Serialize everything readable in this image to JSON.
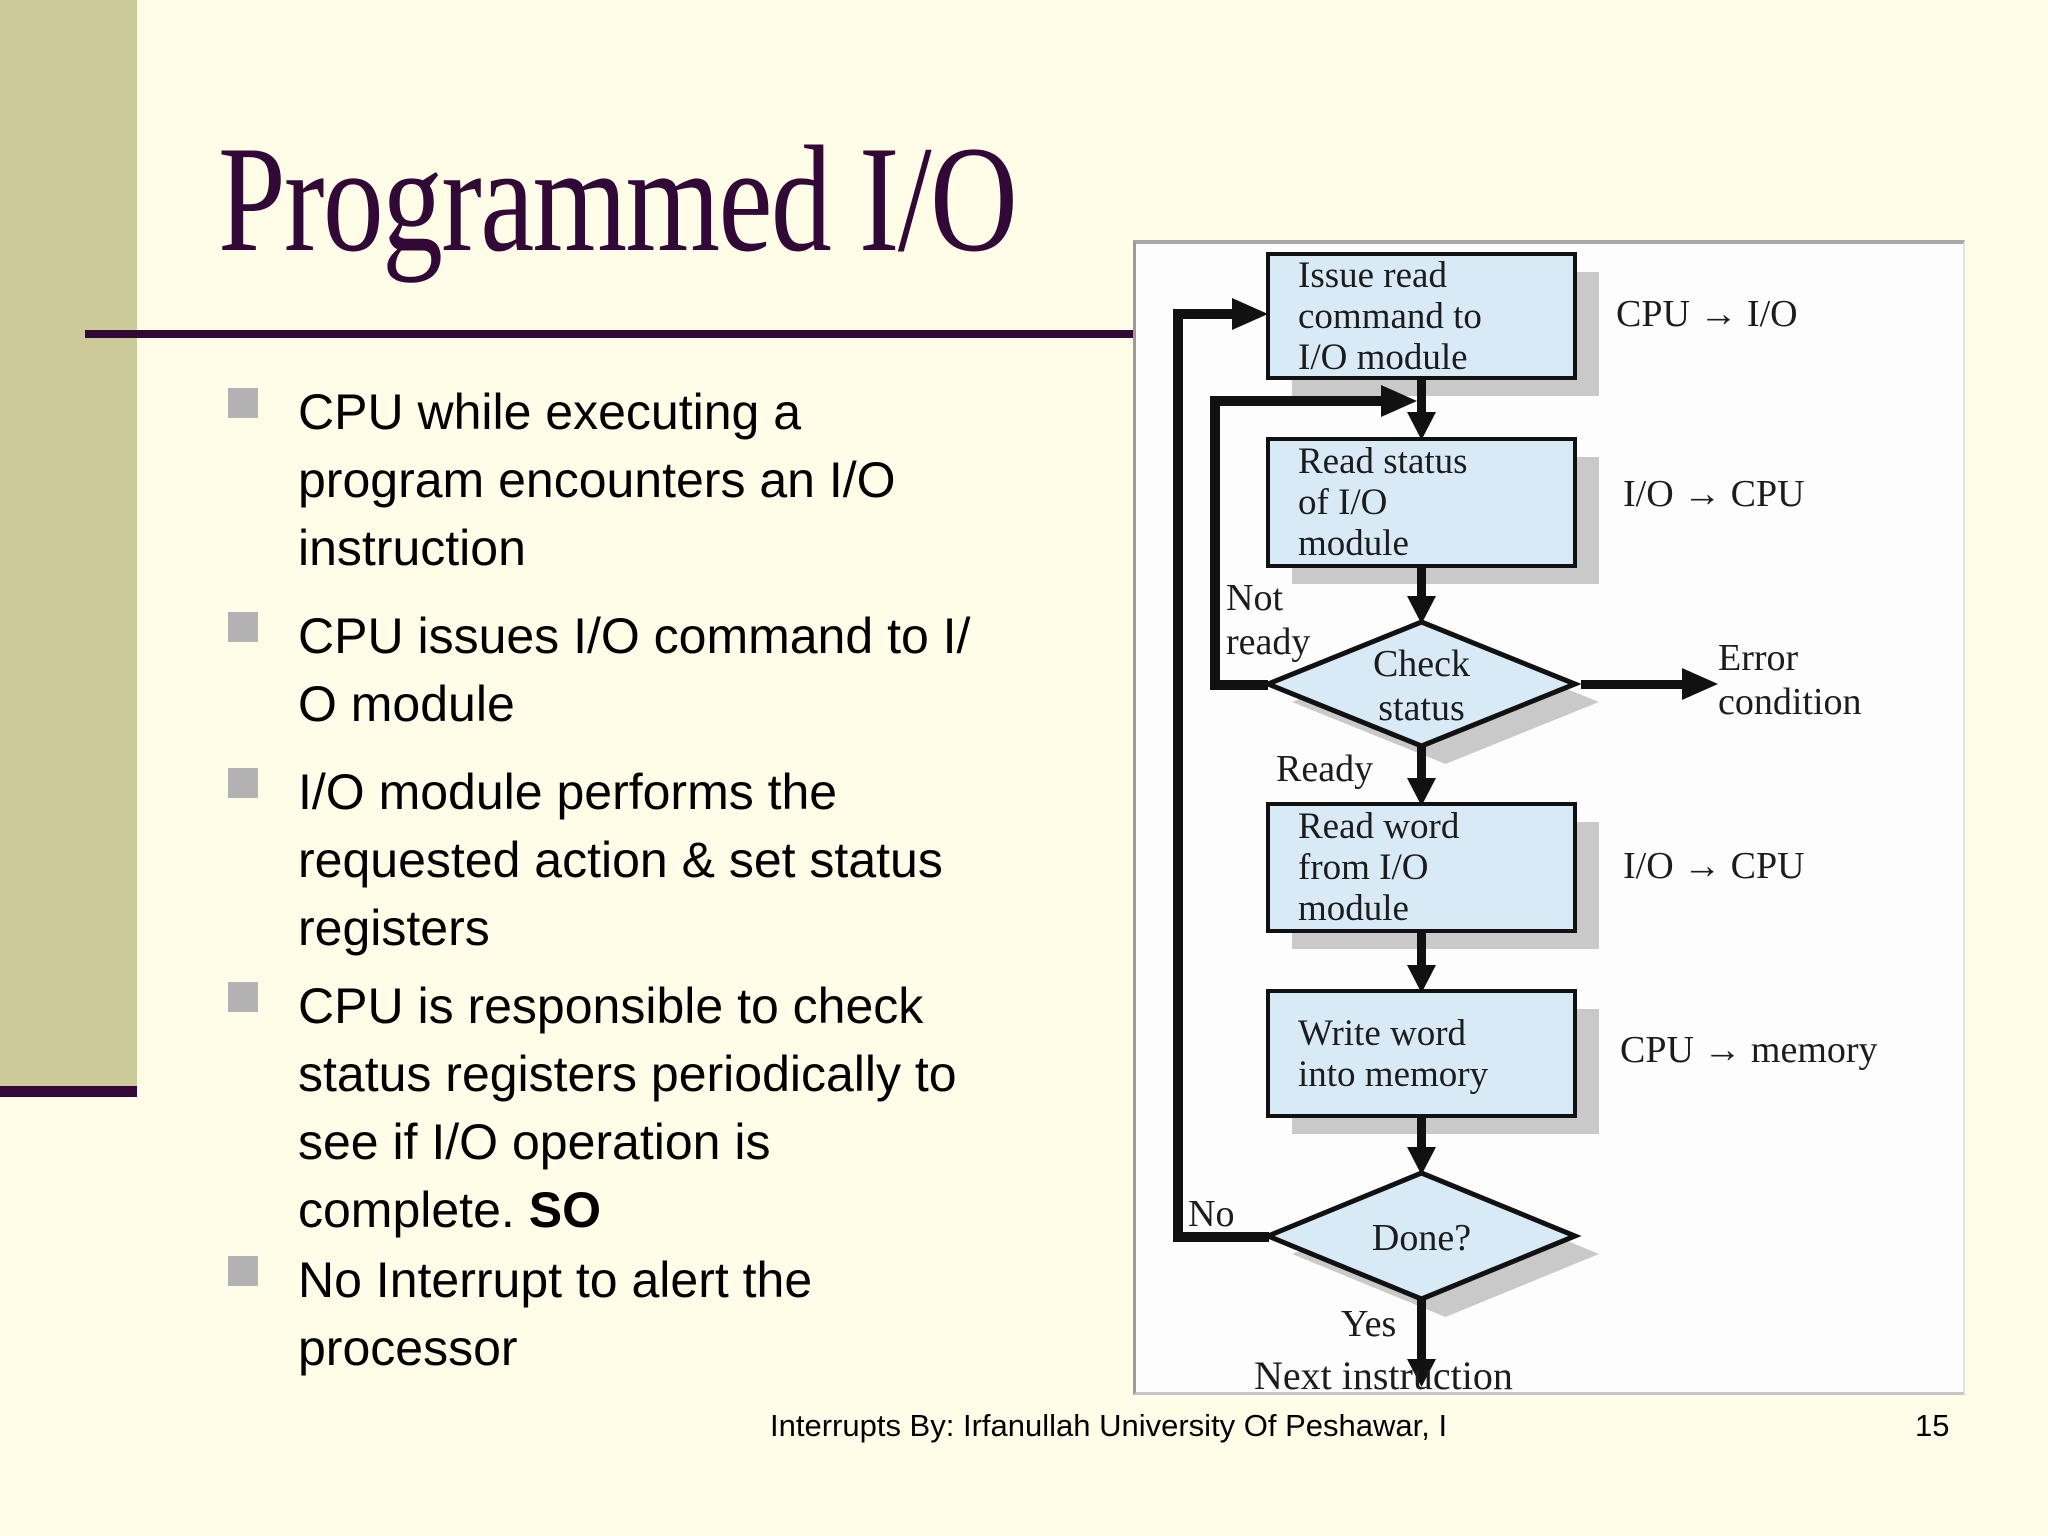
{
  "slide": {
    "title": "Programmed I/O",
    "footer": "Interrupts  By: Irfanullah University Of Peshawar, I",
    "page_number": "15",
    "bullets": [
      {
        "lines": [
          "CPU while executing a",
          "program encounters an I/O",
          "instruction"
        ]
      },
      {
        "lines": [
          "CPU issues I/O command to I/",
          "O module"
        ]
      },
      {
        "lines": [
          "I/O module performs the",
          "requested action & set status",
          "registers"
        ]
      },
      {
        "lines": [
          "CPU is responsible to check",
          "status registers periodically to",
          "see if I/O operation is",
          "complete."
        ],
        "bold": "SO"
      },
      {
        "lines": [
          "No Interrupt to alert the",
          "processor"
        ]
      }
    ]
  },
  "flowchart": {
    "boxes": [
      {
        "lines": [
          "Issue read",
          "command to",
          "I/O module"
        ],
        "side_label": "CPU → I/O"
      },
      {
        "lines": [
          "Read status",
          "of I/O",
          "module"
        ],
        "side_label": "I/O → CPU"
      },
      {
        "lines": [
          "Read word",
          "from I/O",
          "module"
        ],
        "side_label": "I/O → CPU"
      },
      {
        "lines": [
          "Write word",
          "into memory"
        ],
        "side_label": "CPU → memory"
      }
    ],
    "decisions": [
      {
        "lines": [
          "Check",
          "status"
        ],
        "branch_left": [
          "Not",
          "ready"
        ],
        "branch_right": [
          "Error",
          "condition"
        ],
        "branch_down": "Ready"
      },
      {
        "lines": [
          "Done?"
        ],
        "branch_left": "No",
        "branch_down": "Yes"
      }
    ],
    "terminal": "Next instruction"
  },
  "colors": {
    "slide_bg": "#fffde8",
    "sidebar": "#cacb99",
    "accent_purple": "#320936",
    "box_fill": "#d9eaf7",
    "box_border": "#111111",
    "shadow": "#c9c9c9",
    "bullet_marker": "#b2b2b2",
    "panel_bg": "#fdfdfd"
  }
}
